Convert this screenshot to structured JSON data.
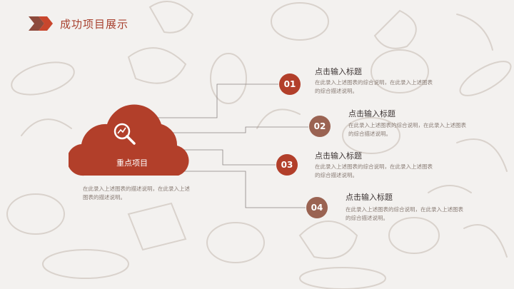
{
  "header": {
    "title": "成功项目展示"
  },
  "center": {
    "label": "重点项目",
    "desc": "在此录入上述图表的描述说明，在此录入上述图表的描述说明。"
  },
  "items": [
    {
      "num": "01",
      "title": "点击输入标题",
      "desc": "在此录入上述图表的综合说明，在此录入上述图表的综合描述说明。",
      "color": "#b23f2a"
    },
    {
      "num": "02",
      "title": "点击输入标题",
      "desc": "在此录入上述图表的综合说明，在此录入上述图表的综合描述说明。",
      "color": "#9a6352"
    },
    {
      "num": "03",
      "title": "点击输入标题",
      "desc": "在此录入上述图表的综合说明，在此录入上述图表的综合描述说明。",
      "color": "#b23f2a"
    },
    {
      "num": "04",
      "title": "点击输入标题",
      "desc": "在此录入上述图表的综合说明，在此录入上述图表的综合描述说明。",
      "color": "#9a6352"
    }
  ],
  "colors": {
    "accent": "#b23f2a",
    "secondary": "#9a6352",
    "line": "#8b8483"
  }
}
